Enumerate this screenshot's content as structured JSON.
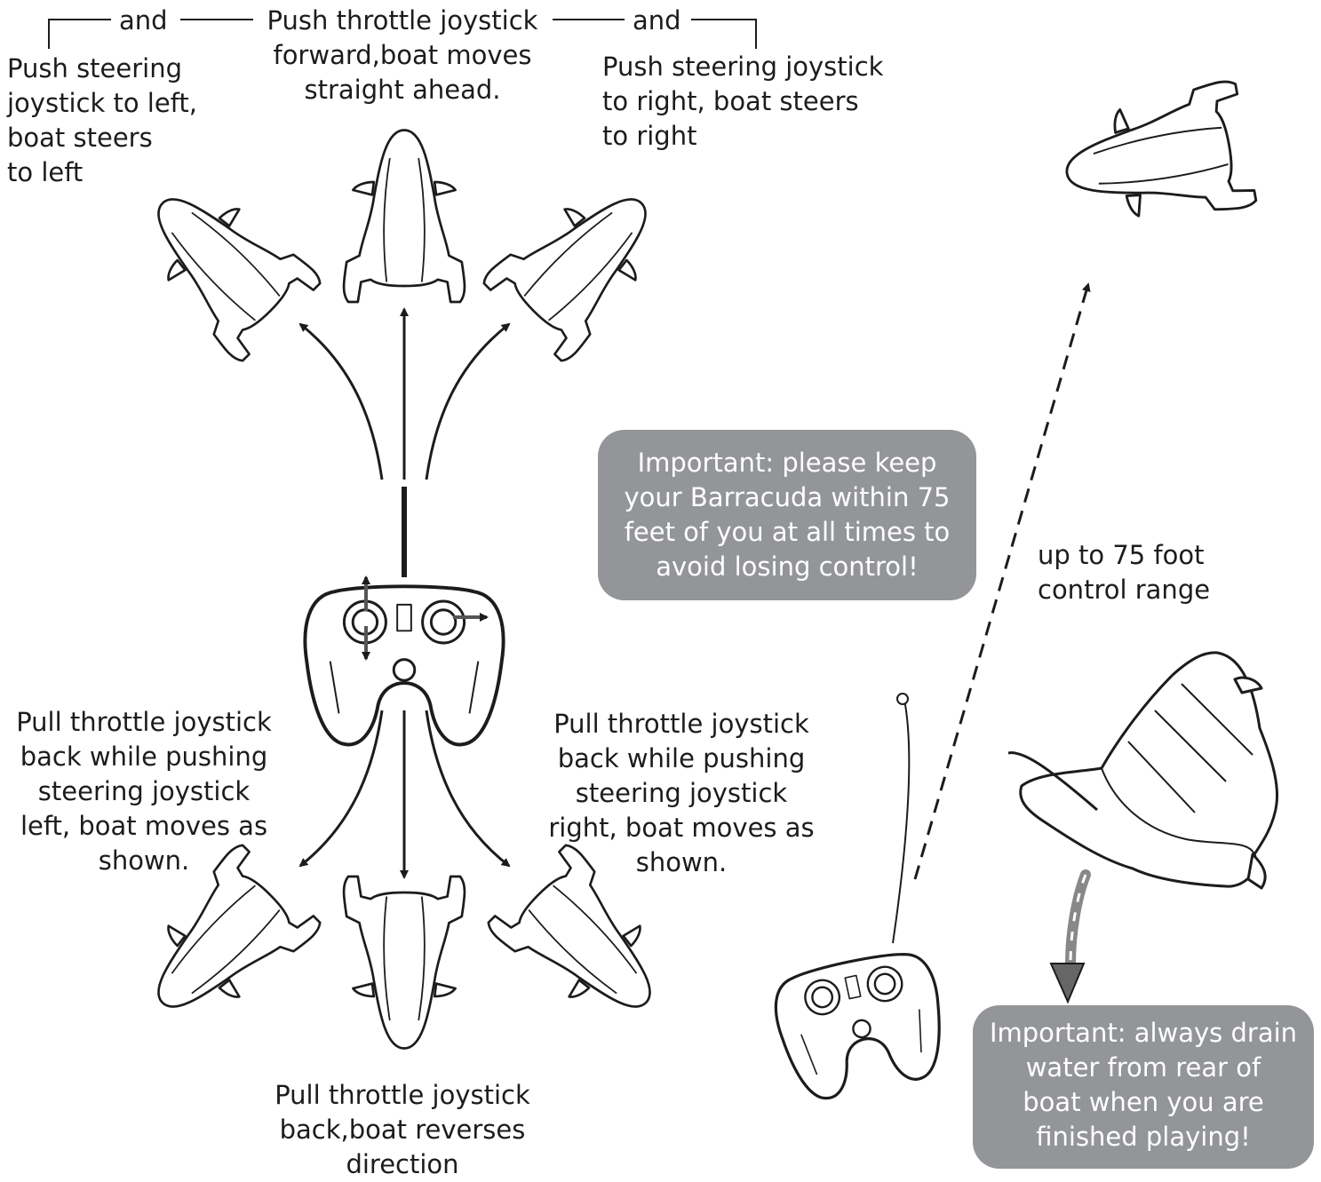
{
  "connectors": {
    "left_and": "and",
    "right_and": "and"
  },
  "labels": {
    "forward": "Push throttle joystick\nforward,boat moves\nstraight ahead.",
    "left_steer": "Push steering\njoystick to left,\nboat steers\nto left",
    "right_steer": "Push steering joystick\nto right, boat steers\nto right",
    "back_left": "Pull throttle joystick\nback while pushing\nsteering joystick\nleft, boat moves as\nshown.",
    "back_right": "Pull throttle joystick\nback while pushing\nsteering joystick\nright, boat moves as\nshown.",
    "reverse": "Pull throttle joystick\nback,boat reverses\ndirection",
    "range": "up to 75 foot\ncontrol range"
  },
  "notes": {
    "range_warning": "Important: please keep\nyour Barracuda within 75\nfeet of you at all times to\navoid losing control!",
    "drain_warning": "Important: always drain\nwater from rear of\nboat when you are\nfinished playing!"
  },
  "colors": {
    "callout_bg": "#939598",
    "callout_text": "#ffffff",
    "ink": "#1c1c1c"
  }
}
